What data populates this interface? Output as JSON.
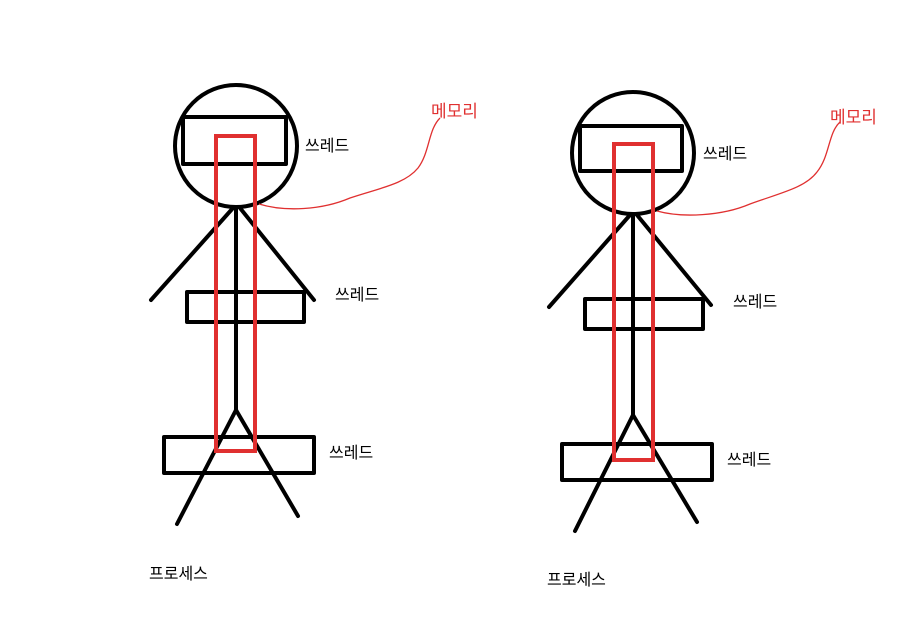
{
  "colors": {
    "outline": "#000000",
    "memory": "#e03030",
    "background": "#ffffff"
  },
  "figures": [
    {
      "thread_labels": [
        "쓰레드",
        "쓰레드",
        "쓰레드"
      ],
      "memory_label": "메모리",
      "process_label": "프로세스"
    },
    {
      "thread_labels": [
        "쓰레드",
        "쓰레드",
        "쓰레드"
      ],
      "memory_label": "메모리",
      "process_label": "프로세스"
    }
  ]
}
